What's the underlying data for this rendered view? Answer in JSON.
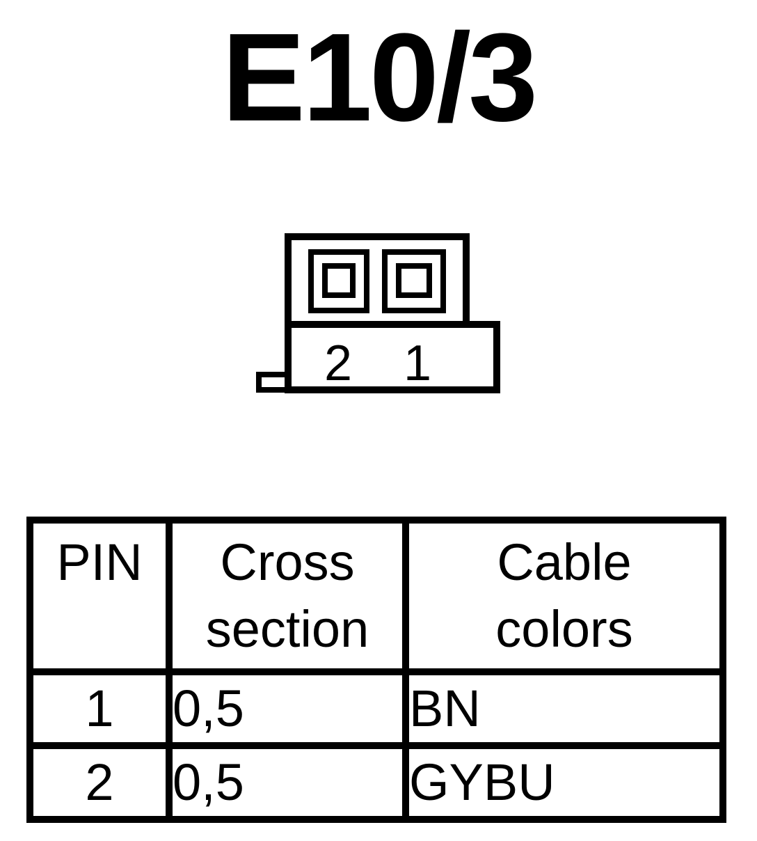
{
  "title": "E10/3",
  "connector": {
    "pin_labels": [
      "2",
      "1"
    ]
  },
  "table": {
    "headers": {
      "pin": "PIN",
      "cross_section": [
        "Cross",
        "section"
      ],
      "cable_colors": [
        "Cable",
        "colors"
      ]
    },
    "rows": [
      {
        "pin": "1",
        "cross_section": "0,5",
        "color": "BN"
      },
      {
        "pin": "2",
        "cross_section": "0,5",
        "color": "GYBU"
      }
    ]
  }
}
